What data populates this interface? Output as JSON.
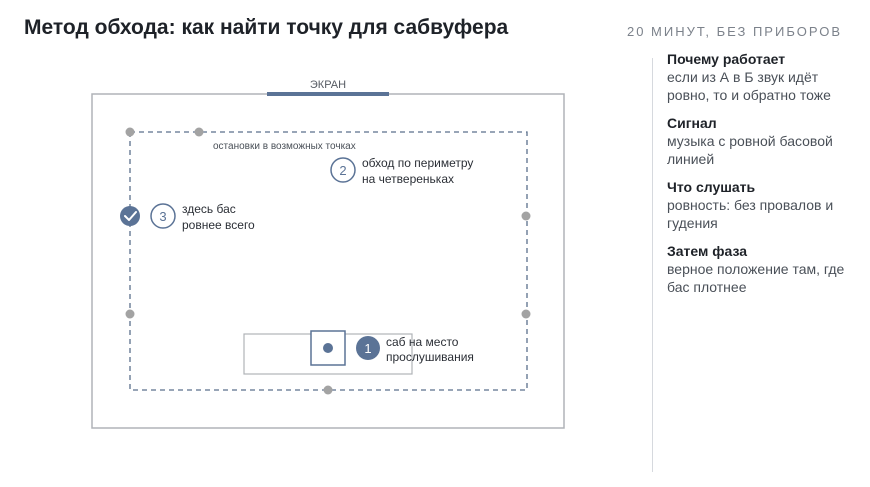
{
  "header": {
    "title": "Метод обхода: как найти точку для сабвуфера",
    "subtitle": "20 МИНУТ, БЕЗ ПРИБОРОВ"
  },
  "diagram": {
    "screen_label": "ЭКРАН",
    "stops_label": "остановки в возможных точках",
    "steps": [
      {
        "number": "1",
        "line1": "саб на место",
        "line2": "прослушивания"
      },
      {
        "number": "2",
        "line1": "обход по периметру",
        "line2": "на четвереньках"
      },
      {
        "number": "3",
        "line1": "здесь бас",
        "line2": "ровнее всего"
      }
    ]
  },
  "panel": {
    "items": [
      {
        "heading": "Почему работает",
        "text": "если из А в Б звук идёт ровно, то и обратно тоже"
      },
      {
        "heading": "Сигнал",
        "text": "музыка с ровной басовой линией"
      },
      {
        "heading": "Что слушать",
        "text": "ровность: без провалов и гудения"
      },
      {
        "heading": "Затем фаза",
        "text": "верное положение там, где бас плотнее"
      }
    ]
  },
  "colors": {
    "accent": "#5b7396",
    "dot": "#a3a3a3",
    "room_border": "#b0b3b8"
  }
}
